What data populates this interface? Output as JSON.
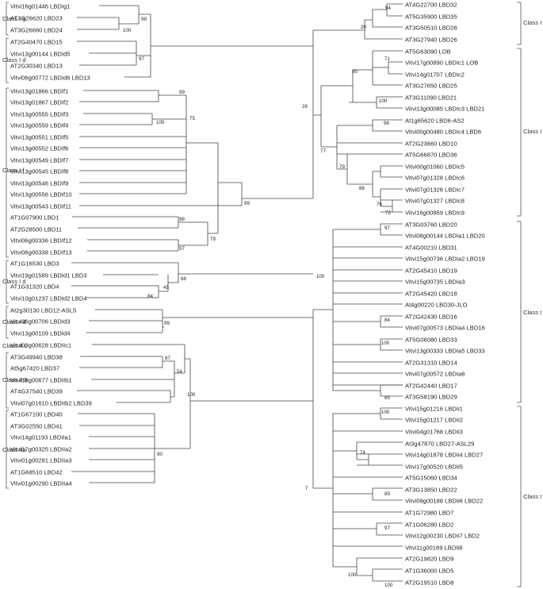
{
  "class_labels": {
    "g": "Class I g",
    "d": "Class I d",
    "f": "Class I f",
    "IIc": "Class II c",
    "IIb": "Class II b",
    "IIa": "Class IIa",
    "h": "Class I h",
    "c": "Class I c",
    "a": "Class I a",
    "i": "Class I i"
  },
  "leaves_left": [
    "Vitvi16g01446 LBDIg1",
    "AT3G26620 LBD23",
    "AT3G26660 LBD24",
    "AT2G40470 LBD15",
    "Vitvi13g00144 LBDId5",
    "AT2G30340 LBD13",
    "Vitvi06g00772 LBDId6 LBD13",
    "Vitvi13g01866 LBDIf1",
    "Vitvi13g01867 LBDIf2",
    "Vitvi13g00555 LBDIf3",
    "Vitvi13g00559 LBDIf4",
    "Vitvi13g00551 LBDIf5",
    "Vitvi13g00552 LBDIf6",
    "Vitvi13g00549 LBDIf7",
    "Vitvi13g00545 LBDIf8",
    "Vitvi13g00546 LBDIf9",
    "Vitvi13g00556 LBDIf10",
    "Vitvi13g00543 LBDIf11",
    "AT1G07900 LBD1",
    "AT2G28500 LBD11",
    "Vitvi06g00336 LBDIf12",
    "Vitvi06g00338 LBDIf13",
    "AT1G16530 LBD3",
    "Vitvi19g01589 LBDId1 LBD3",
    "AT1G31320 LBD4",
    "Vitvi10g01237 LBDId2 LBD4",
    "At2g30130 LBD12-ASL5",
    "Vitvi06g00706 LBDId3",
    "Vitvi13g00109 LBDId4",
    "Vitvi03g00628 LBDIIc1",
    "AT3G49940 LBD38",
    "At5g67420 LBD37",
    "Vitvi18g00677 LBDIIb1",
    "AT4G37540 LBD39",
    "Vitvi07g01610 LBDIIb2 LBD39",
    "AT1G67100 LBD40",
    "AT3G02550 LBD41",
    "Vitvi14g01193 LBDIIa1",
    "Vitvi17g00325 LBDIIa2",
    "Vitvi01g00291 LBDIIa3",
    "AT1G68510 LBD42",
    "Vitvi01g00290 LBDIIa4"
  ],
  "leaves_right": [
    "AT4G22700 LBD32",
    "AT5G35900 LBD35",
    "AT3G50510 LBD28",
    "AT3G27940 LBD26",
    "AT5G63090 LOB",
    "Vitvi17g00890 LBDIc1 LOB",
    "Vitvi14g01707 LBDIc2",
    "AT3G27650 LBD25",
    "AT3G11090 LBD21",
    "Vitvi13g00085 LBDIc3 LBD21",
    "At1g65620 LBD6-AS2",
    "Vitvi00g00480 LBDIc4 LBD6",
    "AT2G23660 LBD10",
    "AT5G66870 LBD36",
    "Vitvi00g01060 LBDIc5",
    "Vitvi07g01328 LBDIc6",
    "Vitvi07g01326 LBDIc7",
    "Vitvi07g01327 LBDIc8",
    "Vitvi16g00859 LBDIc9",
    "AT3G03760 LBD20",
    "Vitvi08g00144 LBDIa1 LBD20",
    "AT4G00210 LBD31",
    "Vitvi15g00736 LBDIa2 LBD19",
    "AT2G45410 LBD19",
    "Vitvi15g00735 LBDIa3",
    "AT2G45420 LBD18",
    "At4g00220 LBD30-JLO",
    "AT2G42430 LBD16",
    "Vitvi07g00573 LBDIa4 LBD16",
    "AT5G06080 LBD33",
    "Vitvi13g00333 LBDIa5 LBD33",
    "AT2G31310 LBD14",
    "Vitvi07g00572 LBDIa6",
    "AT2G42440 LBD17",
    "AT3G58190 LBD29",
    "Vitvi15g01216 LBDIi1",
    "Vitvi15g01217 LBDIi2",
    "Vitvi04g01768 LBDIi3",
    "At3g47870 LBD27-ASL29",
    "Vitvi14g01878 LBDIi4 LBD27",
    "Vitvi17g00520 LBDIi5",
    "AT5G15060 LBD34",
    "AT3G13850 LBD22",
    "Vitvi09g00188 LBDIi6 LBD22",
    "AT1G72980 LBD7",
    "AT1G06280 LBD2",
    "Vitvi12g00230 LBDIi7 LBD2",
    "Vitvi11g00169 LBDIi8",
    "AT2G19820 LBD9",
    "AT1G36000 LBD5",
    "AT2G19510 LBD8"
  ],
  "bootstrap": [
    "99",
    "100",
    "97",
    "99",
    "100",
    "75",
    "98",
    "97",
    "79",
    "99",
    "68",
    "45",
    "84",
    "99",
    "87",
    "54",
    "100",
    "90",
    "94",
    "20",
    "71",
    "95",
    "100",
    "28",
    "96",
    "77",
    "79",
    "88",
    "76",
    "72",
    "97",
    "100",
    "84",
    "100",
    "85",
    "100",
    "74",
    "89",
    "97",
    "100",
    "100",
    "7"
  ]
}
